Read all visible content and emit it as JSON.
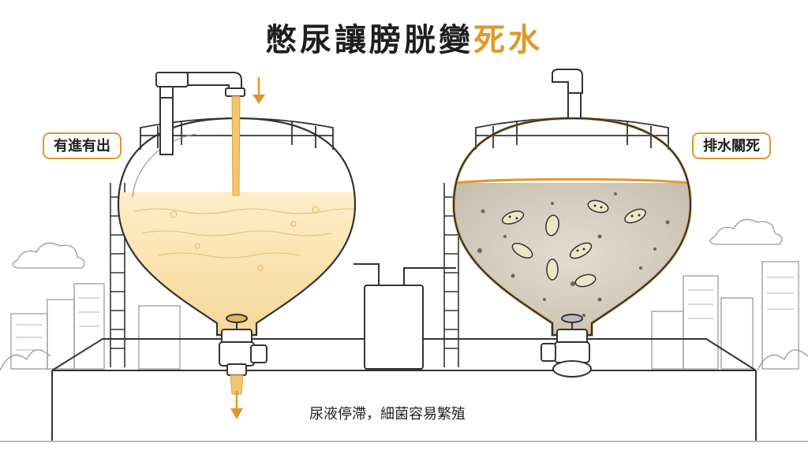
{
  "title": {
    "main": "憋尿讓膀胱變",
    "highlight": "死水"
  },
  "labels": {
    "left": "有進有出",
    "right": "排水關死"
  },
  "caption": "尿液停滯，細菌容易繁殖",
  "colors": {
    "accent": "#e0982a",
    "urine_fill": "#fbe6b3",
    "stagnant_fill": "#d9d2c4",
    "stroke": "#333333"
  }
}
